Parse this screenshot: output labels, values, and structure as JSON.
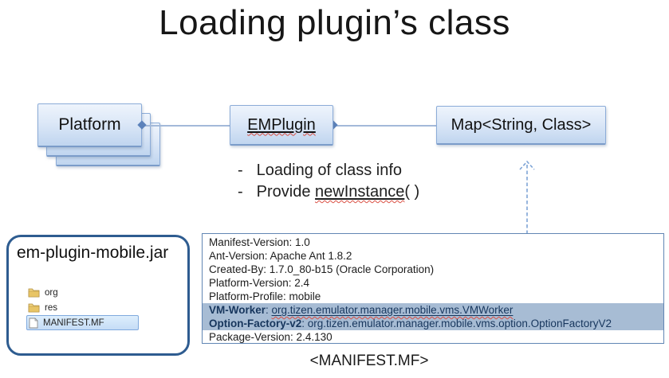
{
  "title": "Loading plugin’s class",
  "diagram": {
    "platform_label": "Platform",
    "emplugin_label": "EMPlugin",
    "map_label": "Map<String, Class>",
    "bullet1_dash": "-",
    "bullet1_text": "Loading of class info",
    "bullet2_dash": "-",
    "bullet2_prefix": "Provide ",
    "bullet2_underlined": "newInstance",
    "bullet2_suffix": "( )"
  },
  "jar": {
    "title": "em-plugin-mobile.jar",
    "files": [
      {
        "name": "org",
        "type": "folder",
        "selected": false
      },
      {
        "name": "res",
        "type": "folder",
        "selected": false
      },
      {
        "name": "MANIFEST.MF",
        "type": "file",
        "selected": true
      }
    ]
  },
  "manifest": {
    "caption": "<MANIFEST.MF>",
    "lines": [
      {
        "text": "Manifest-Version: 1.0",
        "highlight": false
      },
      {
        "text": "Ant-Version: Apache Ant 1.8.2",
        "highlight": false
      },
      {
        "text": "Created-By: 1.7.0_80-b15 (Oracle Corporation)",
        "highlight": false
      },
      {
        "text": "Platform-Version: 2.4",
        "highlight": false
      },
      {
        "text": "Platform-Profile: mobile",
        "highlight": false
      },
      {
        "key": "VM-Worker",
        "sep": ": ",
        "value": "org.tizen.emulator.manager.mobile.vms.VMWorker",
        "highlight": true,
        "value_underlined": true
      },
      {
        "key": "Option-Factory-v2",
        "sep": ": ",
        "value": "org.tizen.emulator.manager.mobile.vms.option.OptionFactoryV2",
        "highlight": true,
        "value_underlined": false
      },
      {
        "text": "Package-Version: 2.4.130",
        "highlight": false
      }
    ]
  },
  "colors": {
    "box_fill_top": "#eef4fc",
    "box_fill_bottom": "#c0d5ef",
    "box_border": "#8cacd8",
    "connector_line": "#a3b9d9",
    "connector_diamond": "#5c82bb",
    "dashed_arrow": "#7ea4d6",
    "manifest_border": "#6186b4",
    "highlight_row_bg": "#a7bcd4",
    "highlight_row_text": "#17365d",
    "jar_border": "#2e5c90",
    "selection_fill": "#c5dcf6",
    "selection_border": "#7fa9dd",
    "folder_icon": "#e8c566",
    "squiggle_red": "#d94f43"
  }
}
